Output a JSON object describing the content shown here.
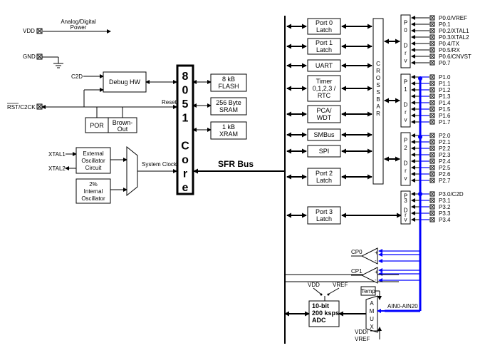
{
  "power": {
    "analog_digital_power": [
      "Analog/Digital",
      "Power"
    ],
    "vdd": "VDD",
    "gnd": "GND",
    "rst": "RST/C2CK",
    "c2d": "C2D",
    "reset": "Reset",
    "xtal1": "XTAL1",
    "xtal2": "XTAL2",
    "system_clock": "System Clock"
  },
  "blocks": {
    "debug_hw": "Debug HW",
    "por": "POR",
    "brown_out": [
      "Brown-",
      "Out"
    ],
    "ext_osc": [
      "External",
      "Oscillator",
      "Circuit"
    ],
    "int_osc": [
      "2%",
      "Internal",
      "Oscillator"
    ],
    "core": [
      "8",
      "0",
      "5",
      "1",
      "",
      "C",
      "o",
      "r",
      "e"
    ],
    "flash": [
      "8 kB",
      "FLASH"
    ],
    "sram": [
      "256 Byte",
      "SRAM"
    ],
    "xram": [
      "1 kB",
      "XRAM"
    ],
    "sfr_bus": "SFR Bus"
  },
  "peripherals": [
    [
      "Port 0",
      "Latch"
    ],
    [
      "Port 1",
      "Latch"
    ],
    [
      "UART"
    ],
    [
      "Timer",
      "0,1,2,3 /",
      "RTC"
    ],
    [
      "PCA/",
      "WDT"
    ],
    [
      "SMBus"
    ],
    [
      "SPI"
    ],
    [
      "Port 2",
      "Latch"
    ],
    [
      "Port 3",
      "Latch"
    ]
  ],
  "crossbar": [
    "C",
    "R",
    "O",
    "S",
    "S",
    "B",
    "A",
    "R"
  ],
  "drivers": [
    [
      "P",
      "0",
      "",
      "D",
      "r",
      "v"
    ],
    [
      "P",
      "1",
      "",
      "D",
      "r",
      "v"
    ],
    [
      "P",
      "2",
      "",
      "D",
      "r",
      "v"
    ],
    [
      "P",
      "3",
      "",
      "D",
      "r",
      "v"
    ]
  ],
  "pins": {
    "p0": [
      "P0.0/VREF",
      "P0.1",
      "P0.2/XTAL1",
      "P0.3/XTAL2",
      "P0.4/TX",
      "P0.5/RX",
      "P0.6/CNVST",
      "P0.7"
    ],
    "p1": [
      "P1.0",
      "P1.1",
      "P1.2",
      "P1.3",
      "P1.4",
      "P1.5",
      "P1.6",
      "P1.7"
    ],
    "p2": [
      "P2.0",
      "P2.1",
      "P2.2",
      "P2.3",
      "P2.4",
      "P2.5",
      "P2.6",
      "P2.7"
    ],
    "p3": [
      "P3.0/C2D",
      "P3.1",
      "P3.2",
      "P3.3",
      "P3.4"
    ]
  },
  "analog": {
    "cp0": "CP0",
    "cp1": "CP1",
    "vdd": "VDD",
    "vref": "VREF",
    "temp": "Temp",
    "adc": [
      "10-bit",
      "200 ksps",
      "ADC"
    ],
    "amux": [
      "A",
      "M",
      "U",
      "X"
    ],
    "ain": "AIN0-AIN20",
    "vdd_vref": [
      "VDD/",
      "VREF"
    ]
  },
  "colors": {
    "bus": "#0000ff",
    "line": "#000000",
    "panel": "#ffffff"
  }
}
